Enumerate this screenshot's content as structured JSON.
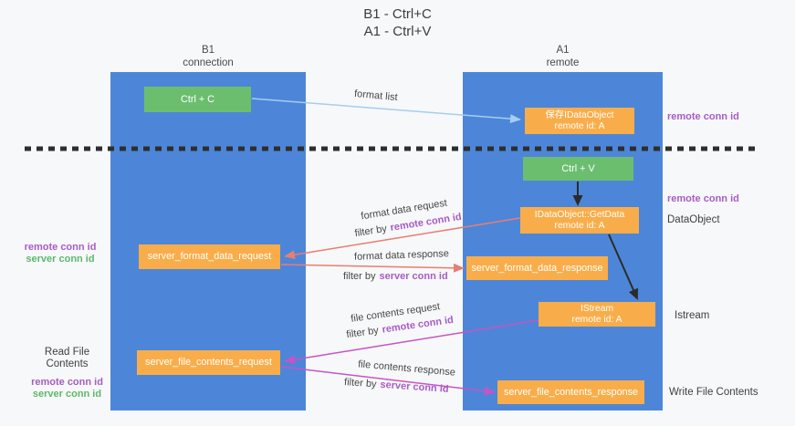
{
  "title": {
    "line1": "B1 - Ctrl+C",
    "line2": "A1 - Ctrl+V"
  },
  "lanes": {
    "left": {
      "name": "B1",
      "role": "connection"
    },
    "right": {
      "name": "A1",
      "role": "remote"
    }
  },
  "nodes": {
    "ctrl_c": {
      "label": "Ctrl + C"
    },
    "ctrl_v": {
      "label": "Ctrl + V"
    },
    "saved_dataobject": {
      "line1": "保存IDataObject",
      "line2": "remote id: A"
    },
    "getdata": {
      "line1": "IDataObject::GetData",
      "line2": "remote id: A"
    },
    "istream": {
      "line1": "IStream",
      "line2": "remote id: A"
    },
    "format_request": {
      "label": "server_format_data_request"
    },
    "format_response": {
      "label": "server_format_data_response"
    },
    "file_request": {
      "label": "server_file_contents_request"
    },
    "file_response": {
      "label": "server_file_contents_response"
    }
  },
  "annotations": {
    "right_remote_conn_id_top": "remote conn id",
    "right_remote_conn_id_mid": "remote conn id",
    "dataobject": "DataObject",
    "istream": "Istream",
    "write_file_contents": "Write File Contents",
    "left_format": {
      "remote": "remote conn id",
      "server": "server conn id"
    },
    "left_file": {
      "read": "Read File Contents",
      "remote": "remote conn id",
      "server": "server conn id"
    }
  },
  "arrows": {
    "format_list": {
      "label": "format list"
    },
    "format_data_request": {
      "label": "format data request",
      "filter_prefix": "filter by",
      "filter_value": "remote conn id"
    },
    "format_data_response": {
      "label": "format data response",
      "filter_prefix": "filter by",
      "filter_value": "server conn id"
    },
    "file_contents_request": {
      "label": "file contents request",
      "filter_prefix": "filter by",
      "filter_value": "remote conn id"
    },
    "file_contents_response": {
      "label": "file contents response",
      "filter_prefix": "filter by",
      "filter_value": "server conn id"
    }
  },
  "colors": {
    "lane_blue": "#4d86d8",
    "orange": "#f9ad4a",
    "green": "#6cbe6f",
    "arrow_blue": "#a5cdf0",
    "arrow_salmon": "#e87e72",
    "arrow_magenta": "#c654c6",
    "purple": "#a85cc5",
    "green_text": "#5cb96b"
  }
}
